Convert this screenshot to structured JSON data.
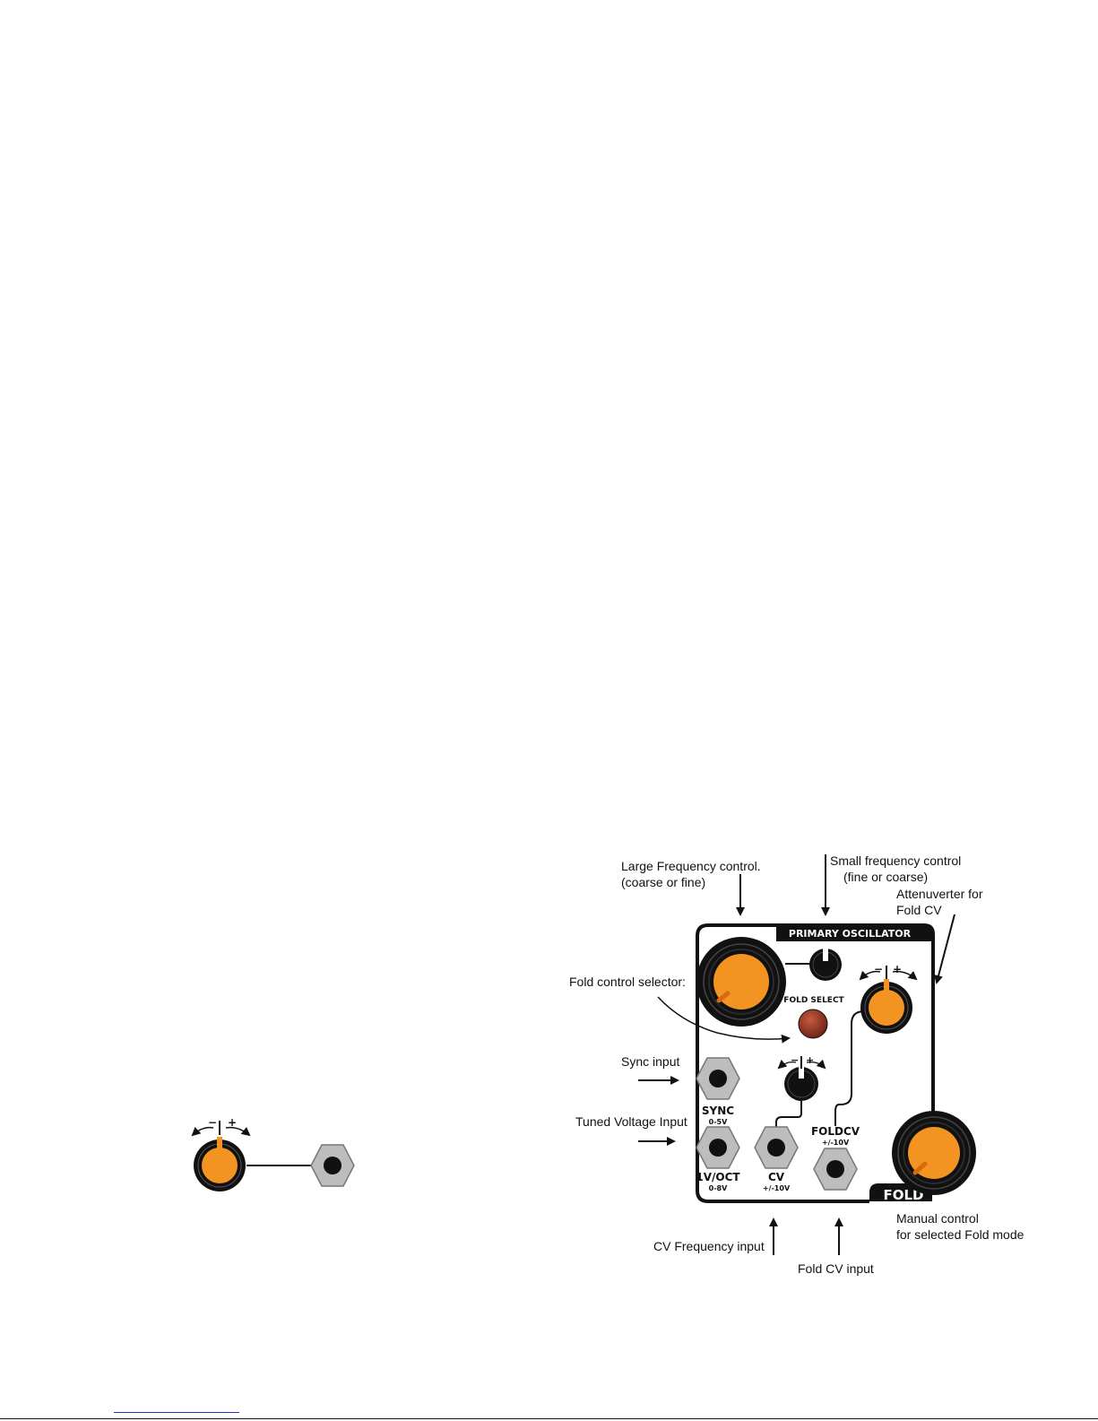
{
  "panel": {
    "title": "PRIMARY OSCILLATOR",
    "fold_select_label": "FOLD SELECT",
    "fold_badge": "FOLD",
    "jacks": {
      "sync": {
        "name": "SYNC",
        "range": "0-5V"
      },
      "voct": {
        "name": "1V/OCT",
        "range": "0-8V"
      },
      "cv": {
        "name": "CV",
        "range": "+/-10V"
      },
      "foldcv": {
        "name": "FOLDCV",
        "range": "+/-10V"
      }
    },
    "attenuverter_minus": "−",
    "attenuverter_plus": "+"
  },
  "left_example": {
    "minus": "−",
    "plus": "+"
  },
  "annotations": {
    "large_freq": [
      "Large Frequency control.",
      "(coarse or fine)"
    ],
    "small_freq": [
      "Small frequency control",
      "(fine or coarse)"
    ],
    "attenuverter": [
      "Attenuverter for",
      "Fold CV"
    ],
    "fold_selector": "Fold control selector:",
    "sync_input": "Sync input",
    "tuned_voltage": "Tuned Voltage Input",
    "cv_freq": "CV Frequency input",
    "fold_cv": "Fold CV input",
    "manual_control": [
      "Manual control",
      "for selected Fold mode"
    ]
  },
  "colors": {
    "orange": "#f39321",
    "jack_grey": "#bdbdbd",
    "button_red": "#a8402c",
    "panel_black": "#111111"
  }
}
